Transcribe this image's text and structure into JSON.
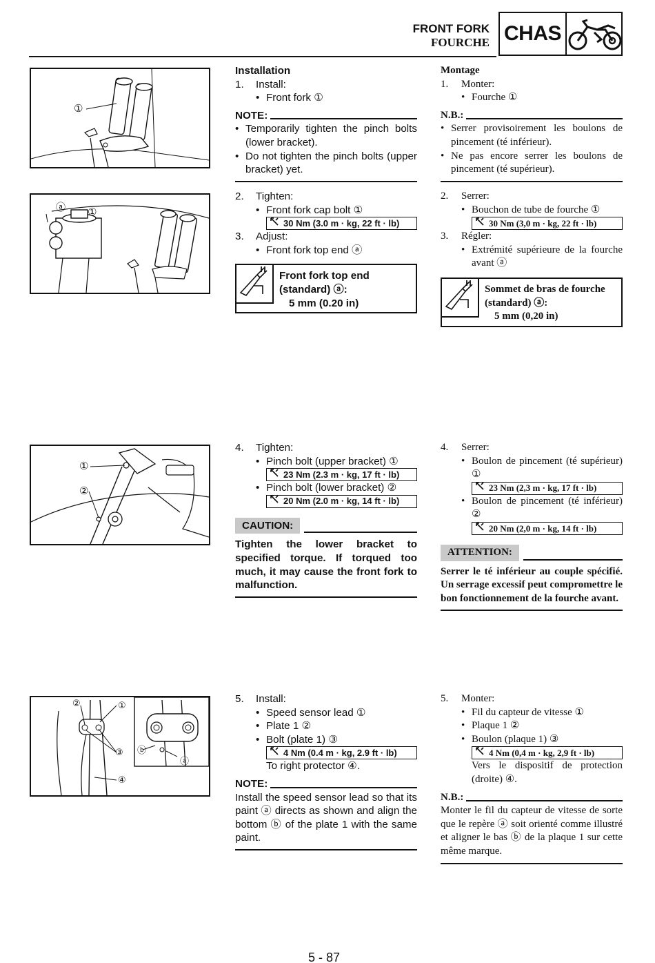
{
  "header": {
    "title_en": "FRONT FORK",
    "title_fr": "FOURCHE",
    "section": "CHAS",
    "section_icon": "motorcycle-icon"
  },
  "figures": [
    {
      "label_1": "①"
    },
    {
      "label_a": "ⓐ",
      "label_1": "①"
    },
    {
      "label_1": "①",
      "label_2": "②"
    },
    {
      "label_1": "①",
      "label_2": "②",
      "label_3": "③",
      "label_4": "④",
      "label_a": "ⓐ",
      "label_b": "ⓑ"
    }
  ],
  "en": {
    "s1": {
      "heading": "Installation",
      "step_num": "1.",
      "step": "Install:",
      "bullet": "Front fork ①",
      "note_label": "NOTE:",
      "notes": [
        "Temporarily tighten the pinch bolts (lower bracket).",
        "Do not tighten the pinch bolts (upper bracket) yet."
      ]
    },
    "s2": {
      "step2_num": "2.",
      "step2": "Tighten:",
      "bullet2": "Front fork cap bolt ①",
      "torque2": "30 Nm (3.0 m · kg, 22 ft · lb)",
      "step3_num": "3.",
      "step3": "Adjust:",
      "bullet3": "Front fork top end ⓐ",
      "spec_line1": "Front fork top end",
      "spec_line2": "(standard) ⓐ:",
      "spec_line3": "5 mm (0.20 in)"
    },
    "s3": {
      "step_num": "4.",
      "step": "Tighten:",
      "bullet1": "Pinch bolt (upper bracket) ①",
      "torque1": "23 Nm (2.3 m · kg, 17 ft · lb)",
      "bullet2": "Pinch bolt (lower bracket) ②",
      "torque2": "20 Nm (2.0 m · kg, 14 ft · lb)",
      "caution_label": "CAUTION:",
      "caution_text": "Tighten the lower bracket to specified torque. If torqued too much, it may cause the front fork to malfunction."
    },
    "s4": {
      "step_num": "5.",
      "step": "Install:",
      "bullet1": "Speed sensor lead ①",
      "bullet2": "Plate 1 ②",
      "bullet3": "Bolt (plate 1) ③",
      "torque": "4 Nm (0.4 m · kg, 2.9 ft · lb)",
      "after": "To right protector ④.",
      "note_label": "NOTE:",
      "note_text": "Install the speed sensor lead so that its paint ⓐ directs as shown and align the bottom ⓑ of the plate 1 with the same paint."
    }
  },
  "fr": {
    "s1": {
      "heading": "Montage",
      "step_num": "1.",
      "step": "Monter:",
      "bullet": "Fourche ①",
      "note_label": "N.B.:",
      "notes": [
        "Serrer provisoirement les boulons de pincement (té inférieur).",
        "Ne pas encore serrer les boulons de pincement (té supérieur)."
      ]
    },
    "s2": {
      "step2_num": "2.",
      "step2": "Serrer:",
      "bullet2": "Bouchon de tube de fourche ①",
      "torque2": "30 Nm (3,0 m · kg, 22 ft · lb)",
      "step3_num": "3.",
      "step3": "Régler:",
      "bullet3": "Extrémité supérieure de la fourche avant ⓐ",
      "spec_line1": "Sommet de bras de fourche",
      "spec_line2": "(standard) ⓐ:",
      "spec_line3": "5 mm (0,20 in)"
    },
    "s3": {
      "step_num": "4.",
      "step": "Serrer:",
      "bullet1": "Boulon de pincement (té supérieur) ①",
      "torque1": "23 Nm (2,3 m · kg, 17 ft · lb)",
      "bullet2": "Boulon de pincement (té inférieur) ②",
      "torque2": "20 Nm (2,0 m · kg, 14 ft · lb)",
      "caution_label": "ATTENTION:",
      "caution_text": "Serrer le té inférieur au couple spécifié. Un serrage excessif peut compromettre le bon fonctionnement de la fourche avant."
    },
    "s4": {
      "step_num": "5.",
      "step": "Monter:",
      "bullet1": "Fil du capteur de vitesse ①",
      "bullet2": "Plaque 1 ②",
      "bullet3": "Boulon (plaque 1) ③",
      "torque": "4 Nm (0,4 m · kg, 2,9 ft · lb)",
      "after": "Vers le dispositif de protection (droite) ④.",
      "note_label": "N.B.:",
      "note_text": "Monter le fil du capteur de vitesse de sorte que le repère ⓐ soit orienté comme illustré et aligner le bas ⓑ de la plaque 1 sur cette même marque."
    }
  },
  "footer": {
    "page": "5 - 87"
  }
}
